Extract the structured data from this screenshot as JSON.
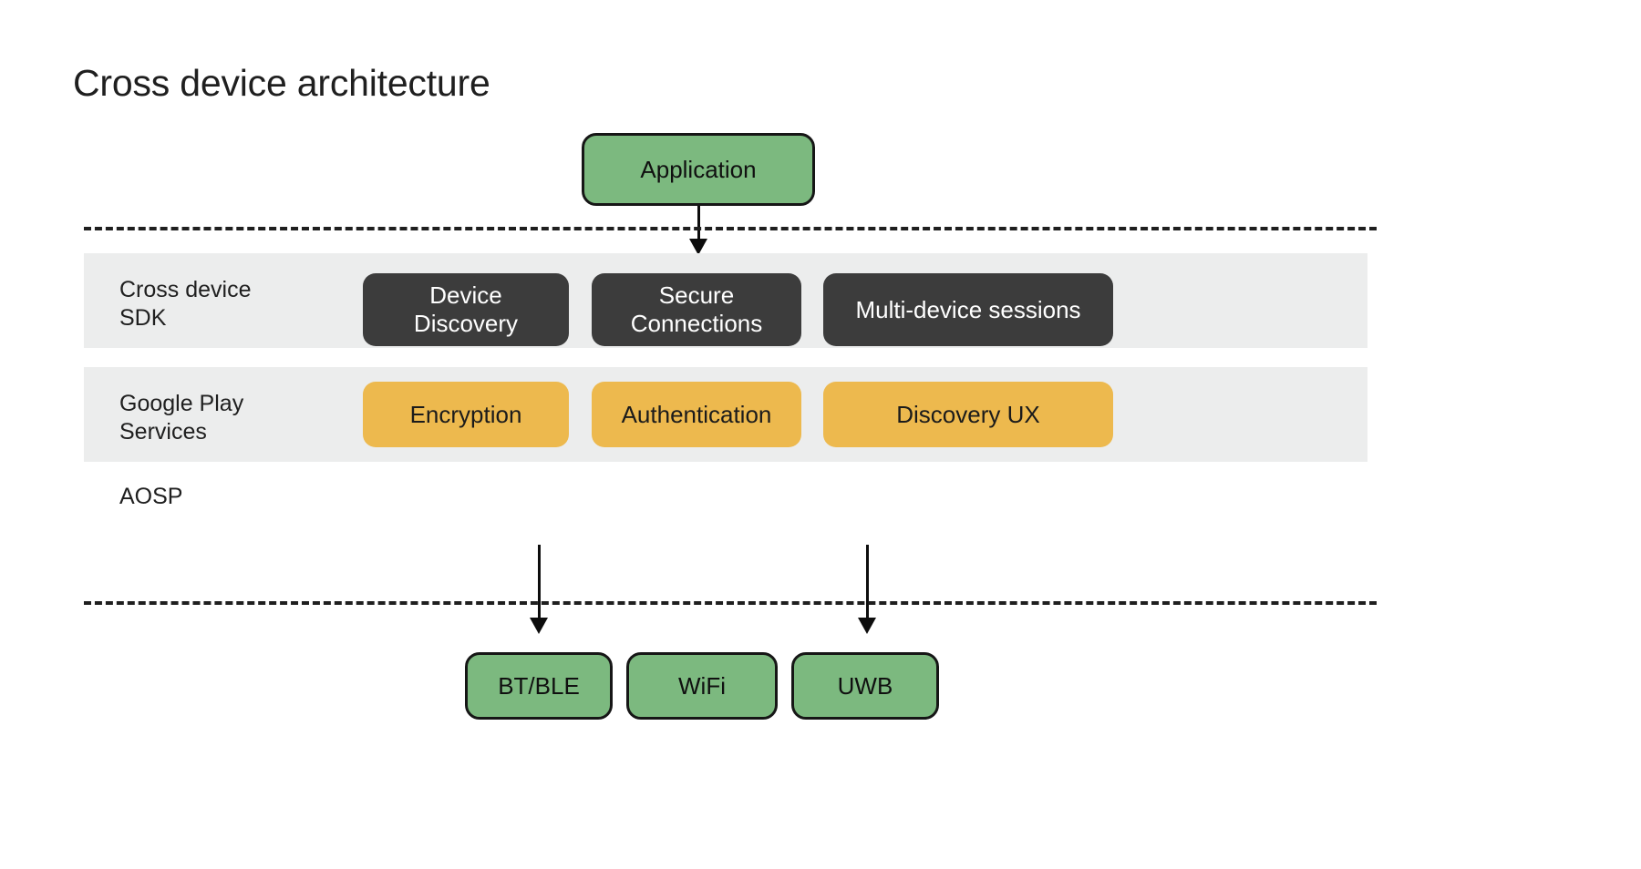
{
  "title": "Cross device architecture",
  "colors": {
    "green": "#7cb97f",
    "dark": "#3c3c3c",
    "amber": "#edb94e",
    "band": "#eceded",
    "stroke": "#161616",
    "text": "#1f1f1f",
    "background": "#ffffff"
  },
  "top": {
    "application": "Application"
  },
  "layers": [
    {
      "id": "cross-device-sdk",
      "label": "Cross device\nSDK",
      "style": "dark",
      "nodes": [
        {
          "id": "device-discovery",
          "label": "Device\nDiscovery"
        },
        {
          "id": "secure-connections",
          "label": "Secure\nConnections"
        },
        {
          "id": "multi-device-sessions",
          "label": "Multi-device sessions"
        }
      ]
    },
    {
      "id": "google-play-services",
      "label": "Google Play\nServices",
      "style": "amber",
      "nodes": [
        {
          "id": "encryption",
          "label": "Encryption"
        },
        {
          "id": "authentication",
          "label": "Authentication"
        },
        {
          "id": "discovery-ux",
          "label": "Discovery UX"
        }
      ]
    }
  ],
  "aosp": {
    "label": "AOSP",
    "nodes": [
      {
        "id": "bt-ble",
        "label": "BT/BLE"
      },
      {
        "id": "wifi",
        "label": "WiFi"
      },
      {
        "id": "uwb",
        "label": "UWB"
      }
    ]
  },
  "connections": [
    {
      "from": "application",
      "to": "cross-device-sdk"
    },
    {
      "from": "encryption",
      "to": "bt-ble"
    },
    {
      "from": "discovery-ux",
      "to": "uwb"
    }
  ]
}
